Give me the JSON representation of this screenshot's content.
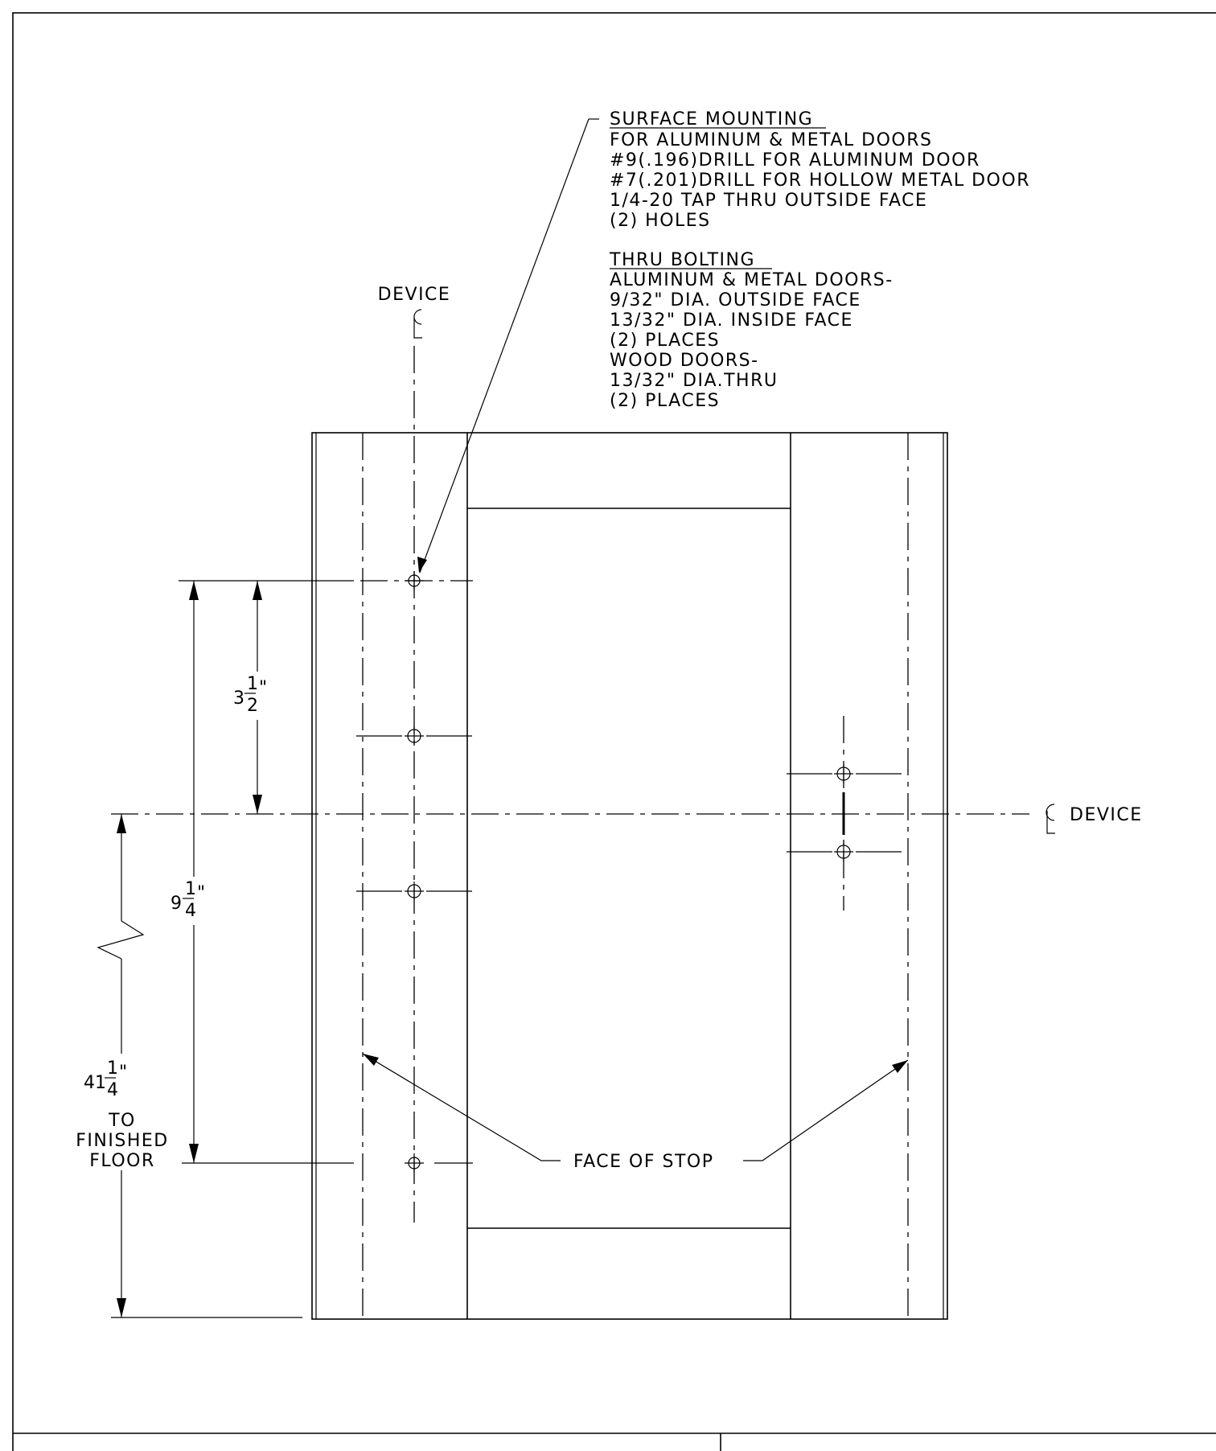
{
  "notes": {
    "surface_mounting": {
      "heading": "SURFACE MOUNTING",
      "lines": [
        "FOR ALUMINUM & METAL DOORS",
        "#9(.196)DRILL FOR ALUMINUM DOOR",
        "#7(.201)DRILL FOR HOLLOW METAL DOOR",
        "1/4-20 TAP THRU OUTSIDE FACE",
        "(2) HOLES"
      ]
    },
    "thru_bolting": {
      "heading": "THRU BOLTING",
      "lines": [
        "ALUMINUM & METAL DOORS-",
        "9/32\" DIA. OUTSIDE FACE",
        "13/32\" DIA. INSIDE FACE",
        "(2) PLACES",
        "WOOD DOORS-",
        "13/32\" DIA.THRU",
        "(2) PLACES"
      ]
    }
  },
  "labels": {
    "device_vertical": "DEVICE",
    "device_horizontal": "DEVICE",
    "face_of_stop": "FACE OF STOP"
  },
  "dimensions": {
    "d1": {
      "whole": "3",
      "num": "1",
      "den": "2",
      "unit": "\""
    },
    "d2": {
      "whole": "9",
      "num": "1",
      "den": "4",
      "unit": "\""
    },
    "d3": {
      "whole": "41",
      "num": "1",
      "den": "4",
      "unit": "\"",
      "note": [
        "TO",
        "FINISHED",
        "FLOOR"
      ]
    }
  }
}
